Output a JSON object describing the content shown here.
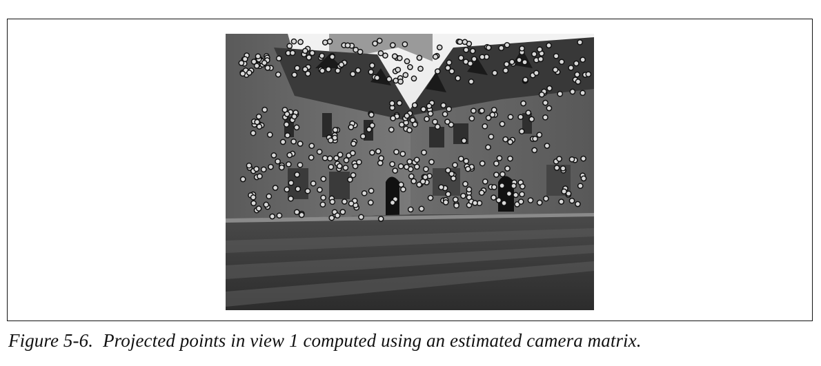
{
  "figure": {
    "label": "Figure 5-6.",
    "caption": "Projected points in view 1 computed using an estimated camera matrix."
  },
  "photo": {
    "style": "grayscale photograph of a college courtyard with a striped lawn",
    "marker_color": "#d9d9d9",
    "marker_stroke": "#111111"
  }
}
